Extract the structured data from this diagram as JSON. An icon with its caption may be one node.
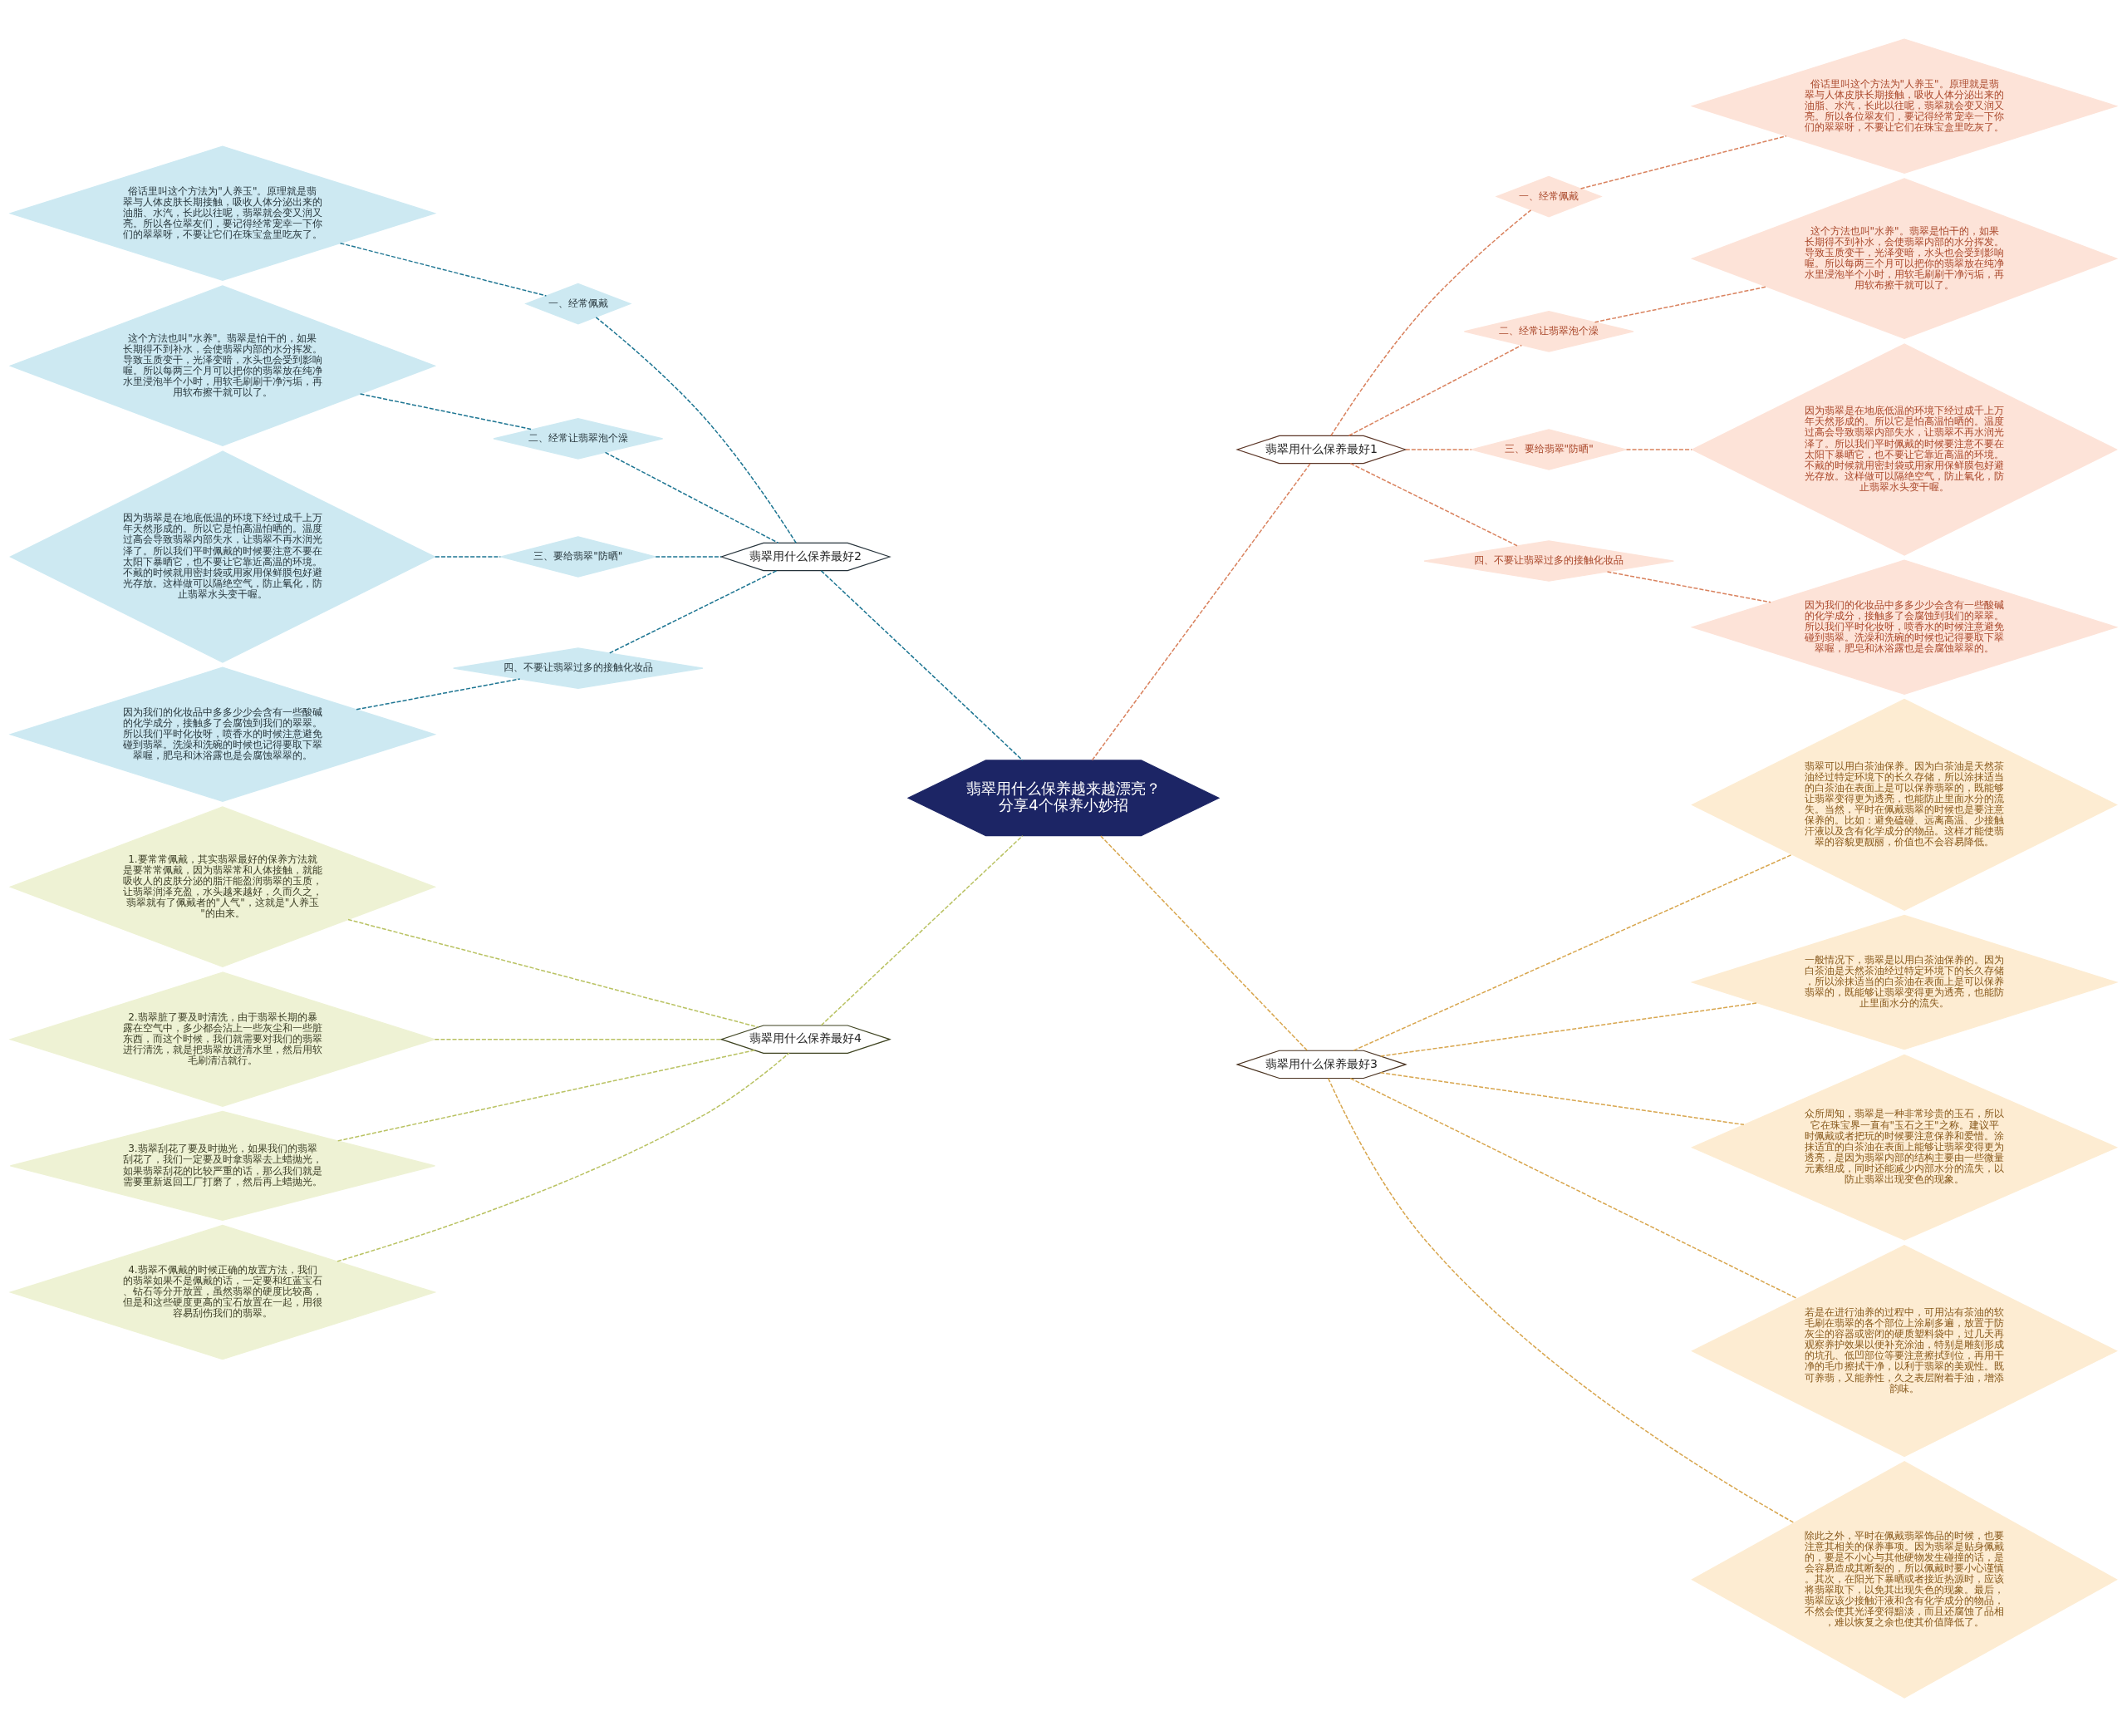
{
  "diagram": {
    "nodes": [
      {
        "text": [
          "翡翠用什么保养越来越漂亮？分享4个保养小妙招"
        ]
      },
      {
        "text": [
          "翡翠用什么保养最好1"
        ]
      },
      {
        "text": [
          "一、经常佩戴"
        ]
      },
      {
        "text": [
          "俗话里叫这个方法为\"人养玉\"。原理就是翡翠与人体皮肤长期接触，吸收人体分泌出来的油脂、水汽，长此以往呢，翡翠就会变又润又亮。所以各位翠友们，要记得经常宠幸一下你们的翠翠呀，不要让它们在珠宝盒里吃灰了。"
        ]
      },
      {
        "text": [
          "二、经常让翡翠泡个澡"
        ]
      },
      {
        "text": [
          "这个方法也叫\"水养\"。翡翠是怕干的，如果长期得不到补水，会使翡翠内部的水分挥发。导致玉质变干，光泽变暗，水头也会受到影响喔。所以每两三个月可以把你的翡翠放在纯净水里浸泡半个小时，用软毛刷刷干净污垢，再用软布擦干就可以了。"
        ]
      },
      {
        "text": [
          "三、要给翡翠\"防晒\""
        ]
      },
      {
        "text": [
          "因为翡翠是在地底低温的环境下经过成千上万年天然形成的。所以它是怕高温怕晒的。温度过高会导致翡翠内部失水，让翡翠不再水润光泽了。所以我们平时佩戴的时候要注意不要在太阳下暴晒它，也不要让它靠近高温的环境。不戴的时候就用密封袋或用家用保鲜膜包好避光存放。这样做可以隔绝空气，防止氧化，防止翡翠水头变干喔。"
        ]
      },
      {
        "text": [
          "四、不要让翡翠过多的接触化妆品"
        ]
      },
      {
        "text": [
          "因为我们的化妆品中多多少少会含有一些酸碱的化学成分，接触多了会腐蚀到我们的翠翠。所以我们平时化妆呀，喷香水的时候注意避免碰到翡翠。洗澡和洗碗的时候也记得要取下翠翠喔，肥皂和沐浴露也是会腐蚀翠翠的。"
        ]
      },
      {
        "text": [
          "翡翠用什么保养最好2"
        ]
      },
      {
        "text": [
          "一、经常佩戴"
        ]
      },
      {
        "text": [
          "俗话里叫这个方法为\"人养玉\"。原理就是翡翠与人体皮肤长期接触，吸收人体分泌出来的油脂、水汽，长此以往呢，翡翠就会变又润又亮。所以各位翠友们，要记得经常宠幸一下你们的翠翠呀，不要让它们在珠宝盒里吃灰了。"
        ]
      },
      {
        "text": [
          "二、经常让翡翠泡个澡"
        ]
      },
      {
        "text": [
          "这个方法也叫\"水养\"。翡翠是怕干的，如果长期得不到补水，会使翡翠内部的水分挥发。导致玉质变干，光泽变暗，水头也会受到影响喔。所以每两三个月可以把你的翡翠放在纯净水里浸泡半个小时，用软毛刷刷干净污垢，再用软布擦干就可以了。"
        ]
      },
      {
        "text": [
          "三、要给翡翠\"防晒\""
        ]
      },
      {
        "text": [
          "因为翡翠是在地底低温的环境下经过成千上万年天然形成的。所以它是怕高温怕晒的。温度过高会导致翡翠内部失水，让翡翠不再水润光泽了。所以我们平时佩戴的时候要注意不要在太阳下暴晒它，也不要让它靠近高温的环境。不戴的时候就用密封袋或用家用保鲜膜包好避光存放。这样做可以隔绝空气，防止氧化，防止翡翠水头变干喔。"
        ]
      },
      {
        "text": [
          "四、不要让翡翠过多的接触化妆品"
        ]
      },
      {
        "text": [
          "因为我们的化妆品中多多少少会含有一些酸碱的化学成分，接触多了会腐蚀到我们的翠翠。所以我们平时化妆呀，喷香水的时候注意避免碰到翡翠。洗澡和洗碗的时候也记得要取下翠翠喔，肥皂和沐浴露也是会腐蚀翠翠的。"
        ]
      },
      {
        "text": [
          "翡翠用什么保养最好3"
        ]
      },
      {
        "text": [
          "翡翠可以用白茶油保养。因为白茶油是天然茶油经过特定环境下的长久存储，所以涂抹适当的白茶油在表面上是可以保养翡翠的，既能够让翡翠变得更为透亮，也能防止里面水分的流失。当然，平时在佩戴翡翠的时候也是要注意保养的。比如：避免磕碰、远离高温、少接触汗液以及含有化学成分的物品。这样才能使翡翠的容貌更靓丽，价值也不会容易降低。"
        ]
      },
      {
        "text": [
          "一般情况下，翡翠是以用白茶油保养的。因为白茶油是天然茶油经过特定环境下的长久存储，所以涂抹适当的白茶油在表面上是可以保养翡翠的，既能够让翡翠变得更为透亮，也能防止里面水分的流失。"
        ]
      },
      {
        "text": [
          "众所周知，翡翠是一种非常珍贵的玉石，所以它在珠宝界一直有\"玉石之王\"之称。建议平时佩戴或者把玩的时候要注意保养和爱惜。涂抹适宜的白茶油在表面上能够让翡翠变得更为透亮，是因为翡翠内部的结构主要由一些微量元素组成，同时还能减少内部水分的流失，以防止翡翠出现变色的现象。"
        ]
      },
      {
        "text": [
          "若是在进行油养的过程中，可用沾有茶油的软毛刷在翡翠的各个部位上涂刷多遍，放置于防灰尘的容器或密闭的硬质塑料袋中，过几天再观察养护效果以便补充涂油，特别是雕刻形成的坑孔、低凹部位等要注意擦拭到位，再用干净的毛巾擦拭干净，以利于翡翠的美观性。既可养翡，又能养性，久之表层附着手油，增添韵味。"
        ]
      },
      {
        "text": [
          "除此之外，平时在佩戴翡翠饰品的时候，也要注意其相关的保养事项。因为翡翠是贴身佩戴的，要是不小心与其他硬物发生碰撞的话，是会容易造成其断裂的，所以佩戴时要小心谨慎。其次，在阳光下暴晒或者接近热源时，应该将翡翠取下，以免其出现失色的现象。最后，翡翠应该少接触汗液和含有化学成分的物品，不然会使其光泽变得黯淡，而且还腐蚀了品相，难以恢复之余也使其价值降低了。"
        ]
      },
      {
        "text": [
          "翡翠用什么保养最好4"
        ]
      },
      {
        "text": [
          "1.要常常佩戴，其实翡翠最好的保养方法就是要常常佩戴，因为翡翠常和人体接触，就能吸收人的皮肤分泌的脂汗能盈润翡翠的玉质，让翡翠润泽充盈，水头越来越好，久而久之，翡翠就有了佩戴者的\"人气\"，这就是\"人养玉\"的由来。"
        ]
      },
      {
        "text": [
          "2.翡翠脏了要及时清洗，由于翡翠长期的暴露在空气中，多少都会沾上一些灰尘和一些脏东西，而这个时候，我们就需要对我们的翡翠进行清洗，就是把翡翠放进清水里，然后用软毛刷清洁就行。"
        ]
      },
      {
        "text": [
          "3.翡翠刮花了要及时抛光，如果我们的翡翠刮花了，我们一定要及时拿翡翠去上蜡抛光，如果翡翠刮花的比较严重的话，那么我们就是需要重新返回工厂打磨了，然后再上蜡抛光。"
        ]
      },
      {
        "text": [
          "4.翡翠不佩戴的时候正确的放置方法，我们的翡翠如果不是佩戴的话，一定要和红蓝宝石、钻石等分开放置，虽然翡翠的硬度比较高，但是和这些硬度更高的宝石放置在一起，用很容易刮伤我们的翡翠。"
        ]
      }
    ],
    "edges": [
      {
        "from": 0,
        "to": 1,
        "arrow": "none",
        "style": "dashed",
        "color": "#d9825e"
      },
      {
        "from": 1,
        "to": 2,
        "arrow": "none",
        "style": "dashed",
        "color": "#d9825e"
      },
      {
        "from": 2,
        "to": 3,
        "arrow": "none",
        "style": "dashed",
        "color": "#d9825e"
      },
      {
        "from": 1,
        "to": 4,
        "arrow": "none",
        "style": "dashed",
        "color": "#d9825e"
      },
      {
        "from": 4,
        "to": 5,
        "arrow": "none",
        "style": "dashed",
        "color": "#d9825e"
      },
      {
        "from": 1,
        "to": 6,
        "arrow": "none",
        "style": "dashed",
        "color": "#d9825e"
      },
      {
        "from": 6,
        "to": 7,
        "arrow": "none",
        "style": "dashed",
        "color": "#d9825e"
      },
      {
        "from": 1,
        "to": 8,
        "arrow": "none",
        "style": "dashed",
        "color": "#d9825e"
      },
      {
        "from": 8,
        "to": 9,
        "arrow": "none",
        "style": "dashed",
        "color": "#d9825e"
      },
      {
        "from": 0,
        "to": 10,
        "arrow": "none",
        "style": "dashed",
        "color": "#1d7592"
      },
      {
        "from": 10,
        "to": 11,
        "arrow": "none",
        "style": "dashed",
        "color": "#1d7592"
      },
      {
        "from": 11,
        "to": 12,
        "arrow": "none",
        "style": "dashed",
        "color": "#1d7592"
      },
      {
        "from": 10,
        "to": 13,
        "arrow": "none",
        "style": "dashed",
        "color": "#1d7592"
      },
      {
        "from": 13,
        "to": 14,
        "arrow": "none",
        "style": "dashed",
        "color": "#1d7592"
      },
      {
        "from": 10,
        "to": 15,
        "arrow": "none",
        "style": "dashed",
        "color": "#1d7592"
      },
      {
        "from": 15,
        "to": 16,
        "arrow": "none",
        "style": "dashed",
        "color": "#1d7592"
      },
      {
        "from": 10,
        "to": 17,
        "arrow": "none",
        "style": "dashed",
        "color": "#1d7592"
      },
      {
        "from": 17,
        "to": 18,
        "arrow": "none",
        "style": "dashed",
        "color": "#1d7592"
      },
      {
        "from": 0,
        "to": 19,
        "arrow": "none",
        "style": "dashed",
        "color": "#d8a64e"
      },
      {
        "from": 19,
        "to": 20,
        "arrow": "none",
        "style": "dashed",
        "color": "#d8a64e"
      },
      {
        "from": 19,
        "to": 21,
        "arrow": "none",
        "style": "dashed",
        "color": "#d8a64e"
      },
      {
        "from": 19,
        "to": 22,
        "arrow": "none",
        "style": "dashed",
        "color": "#d8a64e"
      },
      {
        "from": 19,
        "to": 23,
        "arrow": "none",
        "style": "dashed",
        "color": "#d8a64e"
      },
      {
        "from": 19,
        "to": 24,
        "arrow": "none",
        "style": "dashed",
        "color": "#d8a64e"
      },
      {
        "from": 0,
        "to": 25,
        "arrow": "none",
        "style": "dashed",
        "color": "#b9c262"
      },
      {
        "from": 25,
        "to": 26,
        "arrow": "none",
        "style": "dashed",
        "color": "#b9c262"
      },
      {
        "from": 25,
        "to": 27,
        "arrow": "none",
        "style": "dashed",
        "color": "#b9c262"
      },
      {
        "from": 25,
        "to": 28,
        "arrow": "none",
        "style": "dashed",
        "color": "#b9c262"
      },
      {
        "from": 25,
        "to": 29,
        "arrow": "none",
        "style": "dashed",
        "color": "#b9c262"
      }
    ]
  }
}
